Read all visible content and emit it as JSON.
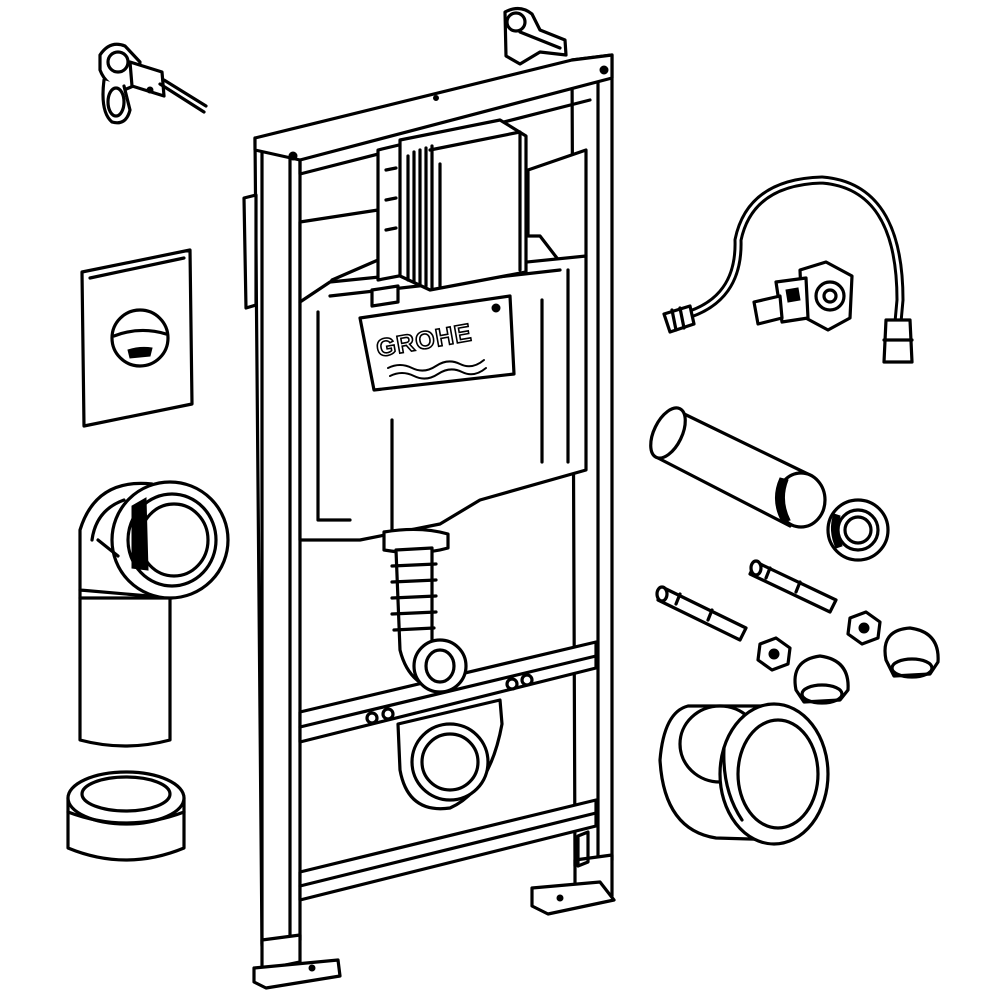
{
  "diagram": {
    "brand_label": "GROHE",
    "colors": {
      "line": "#000000",
      "background": "#ffffff"
    },
    "components": [
      "wall-bracket-top-left",
      "wall-bracket-top-right",
      "mounting-frame",
      "cistern",
      "flush-plate",
      "bend-pipe",
      "pipe-cap",
      "flexible-hose",
      "angle-valve",
      "connector-pipe",
      "pipe-nut",
      "mounting-bolt-left",
      "mounting-bolt-right",
      "hex-nut-left",
      "hex-nut-right",
      "cap-nut-left",
      "cap-nut-right",
      "pan-connector-sleeve"
    ]
  }
}
